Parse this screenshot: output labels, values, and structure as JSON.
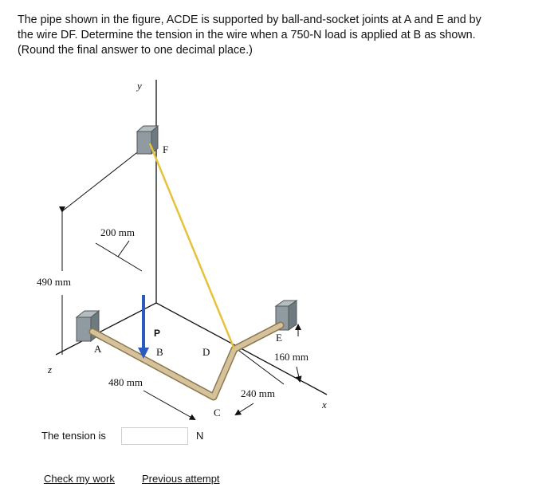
{
  "question": {
    "line1": "The pipe shown in the figure, ACDE is supported by ball-and-socket joints at A and E and by",
    "line2": "the wire DF. Determine the tension in the wire when a 750-N load is applied at B as shown.",
    "line3": "(Round the final answer to one decimal place.)"
  },
  "figure": {
    "labels": {
      "y_axis": "y",
      "x_axis": "x",
      "z_axis": "z",
      "F": "F",
      "A": "A",
      "B": "B",
      "C": "C",
      "D": "D",
      "E": "E",
      "P": "P",
      "dim_200": "200 mm",
      "dim_490": "490 mm",
      "dim_160": "160 mm",
      "dim_480": "480 mm",
      "dim_240": "240 mm"
    },
    "colors": {
      "pipe": "#c9b48a",
      "pipe_edge": "#8a7650",
      "wire": "#e6c23a",
      "support": "#7d8a90",
      "load_arrow": "#2a5bbf"
    }
  },
  "answer": {
    "prefix": "The tension is",
    "value": "",
    "unit": "N"
  },
  "links": {
    "check": "Check my work",
    "previous": "Previous attempt"
  }
}
